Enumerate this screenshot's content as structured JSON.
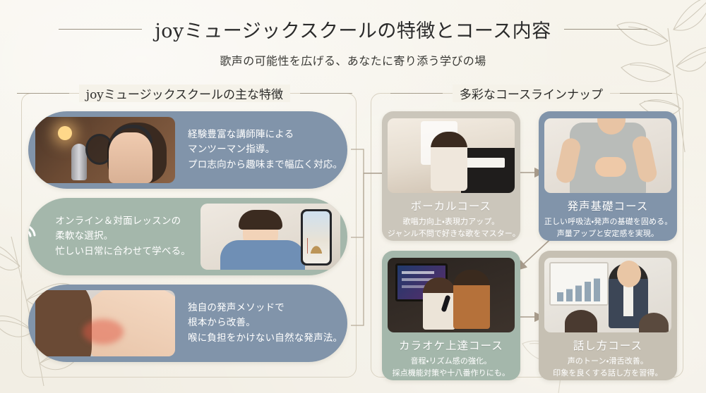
{
  "header": {
    "title": "joyミュージックスクールの特徴とコース内容",
    "subtitle": "歌声の可能性を広げる、あなたに寄り添う学びの場"
  },
  "sections": {
    "features_heading": "joyミュージックスクールの主な特徴",
    "courses_heading": "多彩なコースラインナップ"
  },
  "features": [
    {
      "icon": "graduation-cap-music-note-icon",
      "color": "#8194aa",
      "line1": "経験豊富な講師陣による",
      "line2": "マンツーマン指導。",
      "line3": "プロ志向から趣味まで幅広く対応。",
      "photo": "studio-singer-photo"
    },
    {
      "icon": "smartphone-signal-icon",
      "color": "#a4b7ab",
      "line1": "オンライン＆対面レッスンの",
      "line2": "柔軟な選択。",
      "line3": "忙しい日常に合わせて学べる。",
      "photo": "online-lesson-photo"
    },
    {
      "icon": "larynx-voice-icon",
      "color": "#8194aa",
      "line1": "独自の発声メソッドで",
      "line2": "根本から改善。",
      "line3": "喉に負担をかけない自然な発声法。",
      "photo": "throat-closeup-photo"
    }
  ],
  "courses": [
    {
      "title": "ボーカルコース",
      "desc1": "歌唱力向上・表現力アップ。",
      "desc2": "ジャンル不問で好きな歌をマスター。",
      "color": "#cbc6bb",
      "photo": "vocal-lesson-photo"
    },
    {
      "title": "発声基礎コース",
      "desc1": "正しい呼吸法・発声の基礎を固める。",
      "desc2": "声量アップと安定感を実現。",
      "color": "#8194aa",
      "photo": "breathing-practice-photo"
    },
    {
      "title": "カラオケ上達コース",
      "desc1": "音程・リズム感の強化。",
      "desc2": "採点機能対策や十八番作りにも。",
      "color": "#a4b7ab",
      "photo": "karaoke-duo-photo"
    },
    {
      "title": "話し方コース",
      "desc1": "声のトーン・滑舌改善。",
      "desc2": "印象を良くする話し方を習得。",
      "color": "#c6c0b3",
      "photo": "presentation-speaker-photo"
    }
  ],
  "colors": {
    "background": "#f5f2e9",
    "blue_card": "#8194aa",
    "green_card": "#a4b7ab",
    "beige_card": "#cbc6bb",
    "taupe_card": "#c6c0b3",
    "rule": "#a59c8b",
    "arrow": "#a89c8c"
  }
}
